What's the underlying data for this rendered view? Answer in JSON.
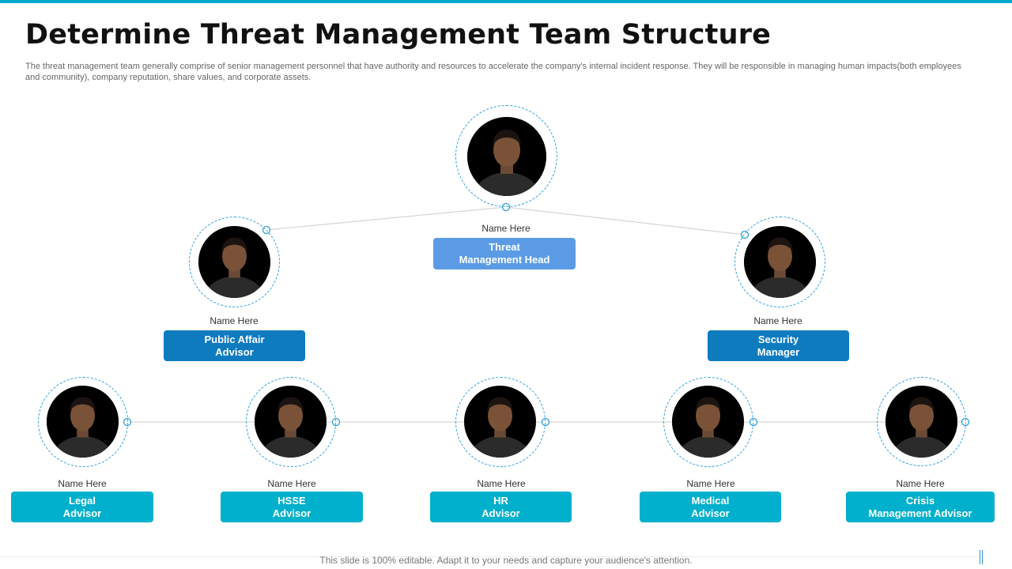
{
  "title": "Determine Threat Management Team Structure",
  "description": "The threat management team generally comprise of senior management personnel that have authority and resources to accelerate the company's internal incident response. They will be responsible in managing human impacts(both employees and community), company reputation, share values, and corporate assets.",
  "footer": "This slide is 100% editable. Adapt it to your needs and capture your audience's attention.",
  "colors": {
    "head_box": "#5b9be6",
    "mid_box": "#0f7bbf",
    "bottom_box": "#00b0cc",
    "ring": "#2f9fd8",
    "accent_bar": "#00a9c9"
  },
  "nodes": {
    "head": {
      "name": "Name Here",
      "role_line1": "Threat",
      "role_line2": "Management Head",
      "photo": "person-photo"
    },
    "public_affair": {
      "name": "Name Here",
      "role_line1": "Public Affair",
      "role_line2": "Advisor",
      "photo": "person-photo"
    },
    "security": {
      "name": "Name Here",
      "role_line1": "Security",
      "role_line2": "Manager",
      "photo": "person-photo"
    },
    "legal": {
      "name": "Name  Here",
      "role_line1": "Legal",
      "role_line2": "Advisor",
      "photo": "person-photo"
    },
    "hsse": {
      "name": "Name  Here",
      "role_line1": "HSSE",
      "role_line2": "Advisor",
      "photo": "person-photo"
    },
    "hr": {
      "name": "Name  Here",
      "role_line1": "HR",
      "role_line2": "Advisor",
      "photo": "person-photo"
    },
    "medical": {
      "name": "Name  Here",
      "role_line1": "Medical",
      "role_line2": "Advisor",
      "photo": "person-photo"
    },
    "crisis": {
      "name": "Name  Here",
      "role_line1": "Crisis",
      "role_line2": "Management Advisor",
      "photo": "person-photo"
    }
  }
}
